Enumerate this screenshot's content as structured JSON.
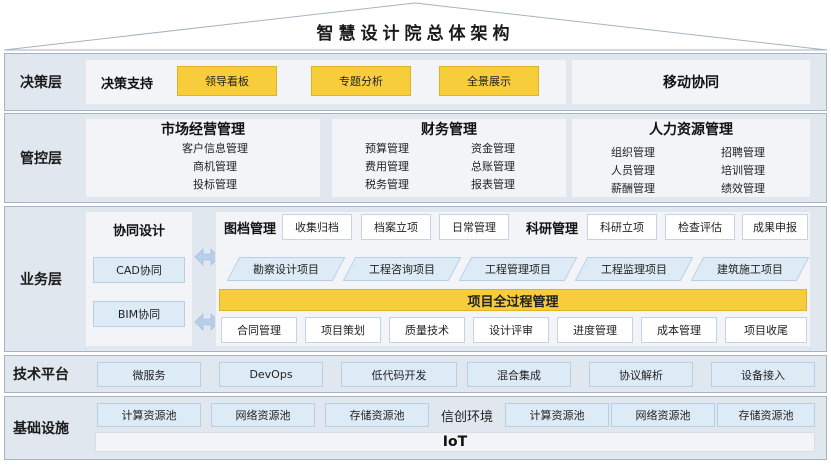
{
  "title": "智慧设计院总体架构",
  "layers": {
    "decision": {
      "label": "决策层",
      "support_label": "决策支持",
      "buttons": [
        "领导看板",
        "专题分析",
        "全景展示"
      ],
      "mobile": "移动协同"
    },
    "control": {
      "label": "管控层",
      "market": {
        "title": "市场经营管理",
        "items": [
          "客户信息管理",
          "商机管理",
          "投标管理"
        ]
      },
      "finance": {
        "title": "财务管理",
        "col1": [
          "预算管理",
          "费用管理",
          "税务管理"
        ],
        "col2": [
          "资金管理",
          "总账管理",
          "报表管理"
        ]
      },
      "hr": {
        "title": "人力资源管理",
        "col1": [
          "组织管理",
          "人员管理",
          "薪酬管理"
        ],
        "col2": [
          "招聘管理",
          "培训管理",
          "绩效管理"
        ]
      }
    },
    "business": {
      "label": "业务层",
      "collab": {
        "title": "协同设计",
        "items": [
          "CAD协同",
          "BIM协同"
        ]
      },
      "archive": {
        "title": "图档管理",
        "items": [
          "收集归档",
          "档案立项",
          "日常管理"
        ]
      },
      "research": {
        "title": "科研管理",
        "items": [
          "科研立项",
          "检查评估",
          "成果申报"
        ]
      },
      "projects": [
        "勘察设计项目",
        "工程咨询项目",
        "工程管理项目",
        "工程监理项目",
        "建筑施工项目"
      ],
      "lifecycle": "项目全过程管理",
      "lifecycle_items": [
        "合同管理",
        "项目策划",
        "质量技术",
        "设计评审",
        "进度管理",
        "成本管理",
        "项目收尾"
      ]
    },
    "tech": {
      "label": "技术平台",
      "items": [
        "微服务",
        "DevOps",
        "低代码开发",
        "混合集成",
        "协议解析",
        "设备接入"
      ]
    },
    "infra": {
      "label": "基础设施",
      "pools": [
        "计算资源池",
        "网络资源池",
        "存储资源池"
      ],
      "xinchuang_label": "信创环境",
      "xinchuang_pools": [
        "计算资源池",
        "网络资源池",
        "存储资源池"
      ],
      "iot": "IoT"
    }
  },
  "colors": {
    "layer_bg": "#e1e7ef",
    "panel_bg": "#f2f4f7",
    "button_gold": "#f7cd3b",
    "button_blue": "#ddebf7",
    "arrow": "#b7cfe8"
  }
}
